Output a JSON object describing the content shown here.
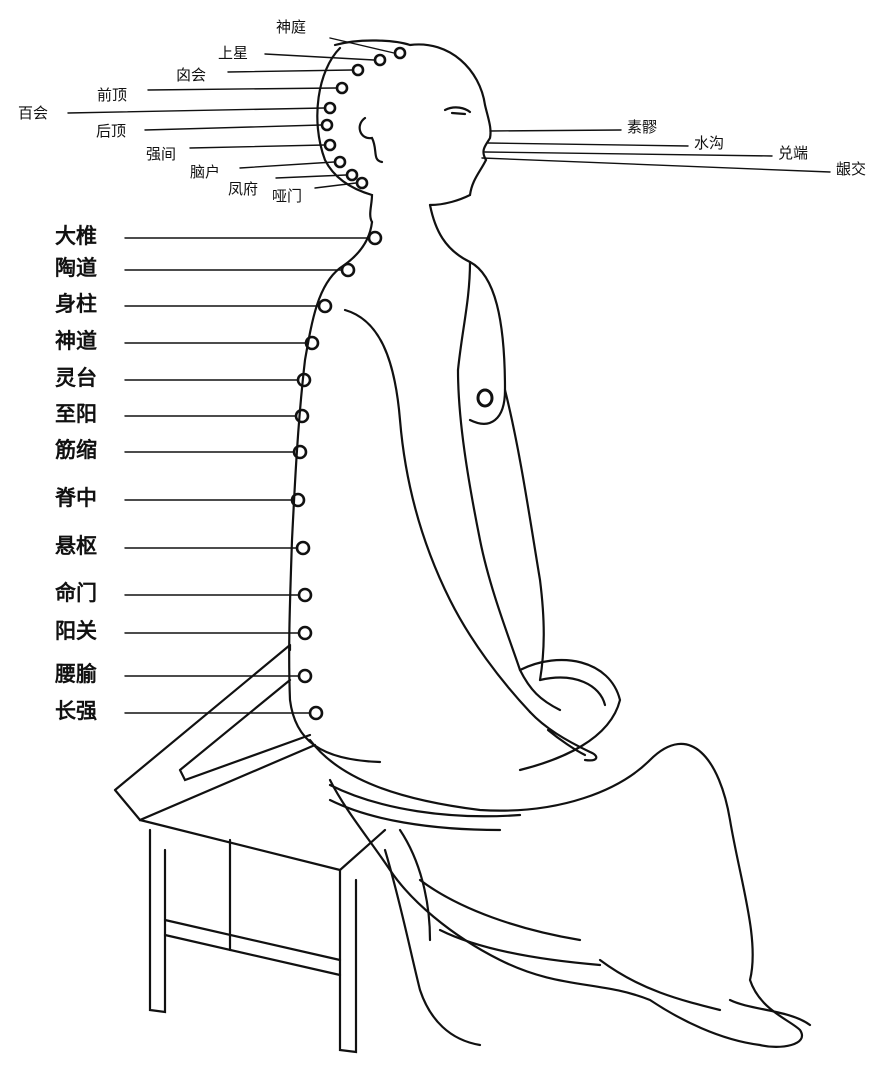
{
  "head_points": [
    "神庭",
    "上星",
    "囟会",
    "前顶",
    "百会",
    "后顶",
    "强间",
    "脑户",
    "凤府",
    "哑门"
  ],
  "face_points": [
    "素髎",
    "水沟",
    "兑端",
    "龈交"
  ],
  "back_points": [
    "大椎",
    "陶道",
    "身柱",
    "神道",
    "灵台",
    "至阳",
    "筋缩",
    "脊中",
    "悬枢",
    "命门",
    "阳关",
    "腰腧",
    "长强"
  ]
}
